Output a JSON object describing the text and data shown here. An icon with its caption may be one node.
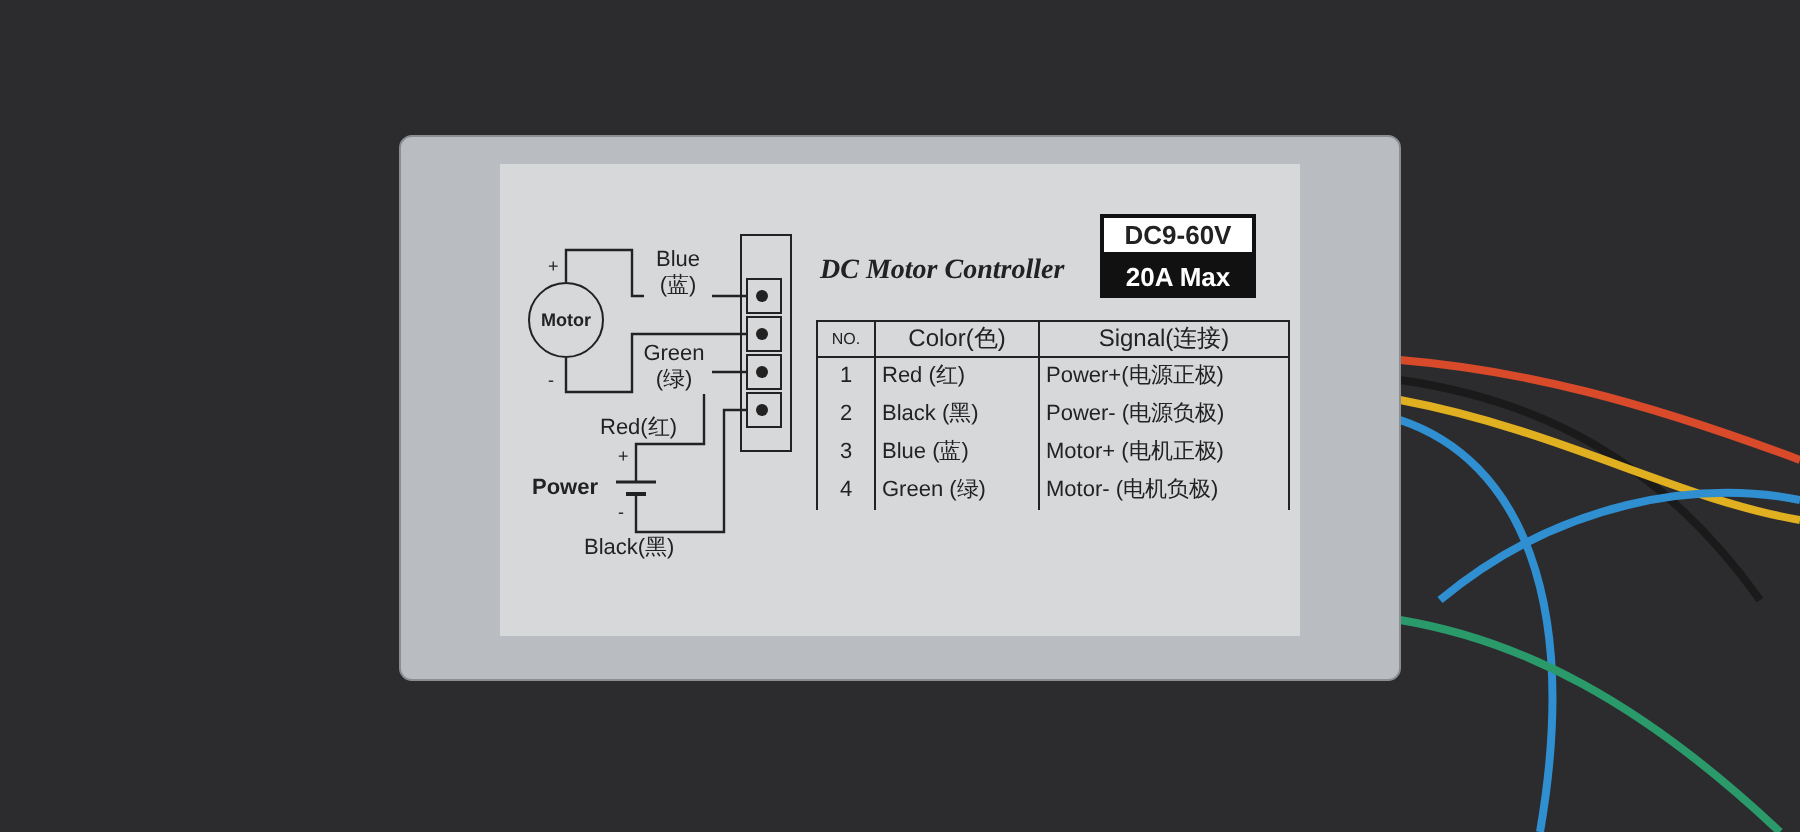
{
  "diagram": {
    "nodes": [
      {
        "text": [
          "Motor"
        ]
      },
      {
        "text": [
          "Power"
        ]
      },
      {
        "text": [],
        "shape": "box"
      },
      {
        "text": [],
        "shape": "box",
        "in": 2
      },
      {
        "text": [],
        "shape": "box",
        "in": 2
      },
      {
        "text": [],
        "shape": "box",
        "in": 2
      },
      {
        "text": [],
        "shape": "box",
        "in": 2
      }
    ],
    "edges": [
      {
        "from": 0,
        "to": 3,
        "arrow": "none",
        "label": "Blue (蓝)"
      },
      {
        "from": 0,
        "to": 4,
        "arrow": "none",
        "label": "Green (绿)"
      },
      {
        "from": 1,
        "to": 5,
        "arrow": "none",
        "label": "Red(红)"
      },
      {
        "from": 1,
        "to": 6,
        "arrow": "none",
        "label": "Black(黑)"
      }
    ],
    "labels": [
      "+",
      "-",
      "DC Motor Controller",
      "DC9-60V",
      "20A Max",
      "+",
      "-",
      "NO.",
      "Color(色)",
      "Signal(连接)",
      "1",
      "Red (红)",
      "Power+(电源正极)",
      "2",
      "Black (黑)",
      "Power- (电源负极)",
      "3",
      "Blue (蓝)",
      "Motor+ (电机正极)",
      "4",
      "Green (绿)",
      "Motor- (电机负极)"
    ]
  }
}
